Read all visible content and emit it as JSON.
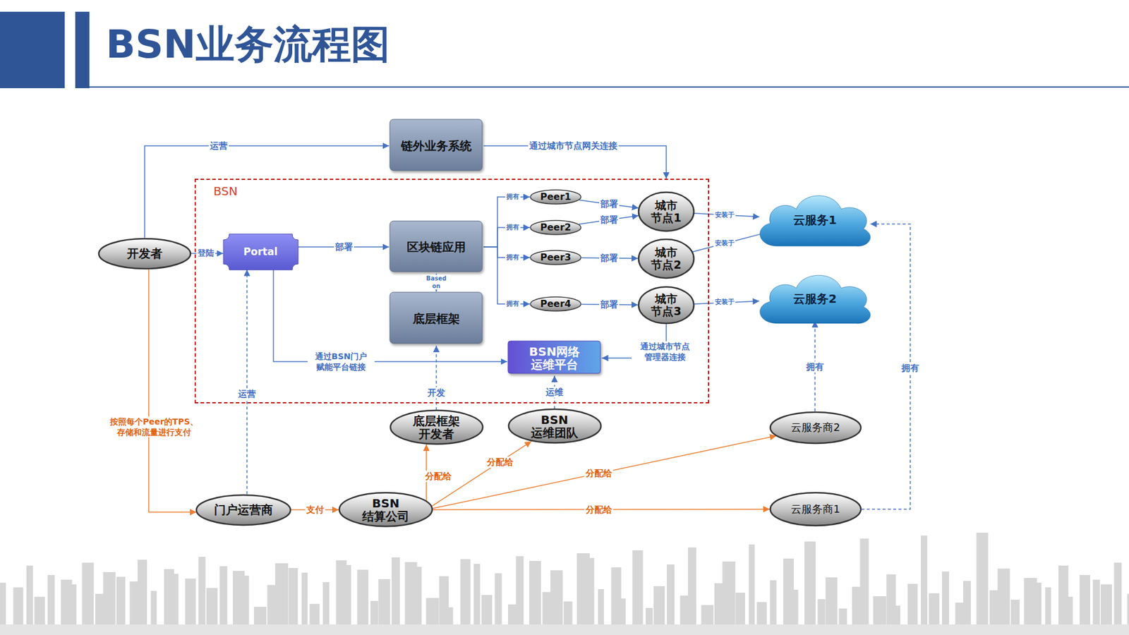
{
  "diagram": {
    "title": "BSN业务流程图",
    "nodes": [
      {
        "text": [
          "链外业务系统"
        ]
      },
      {
        "text": [
          "开发者"
        ]
      },
      {
        "text": [
          "BSN"
        ]
      },
      {
        "text": [
          "Portal"
        ],
        "in": 2
      },
      {
        "text": [
          "区块链应用"
        ],
        "in": 2
      },
      {
        "text": [
          "底层框架"
        ],
        "in": 2
      },
      {
        "text": [
          "Peer1"
        ],
        "in": 2
      },
      {
        "text": [
          "Peer2"
        ],
        "in": 2
      },
      {
        "text": [
          "Peer3"
        ],
        "in": 2
      },
      {
        "text": [
          "Peer4"
        ],
        "in": 2
      },
      {
        "text": [
          "城市 节点1"
        ],
        "in": 2
      },
      {
        "text": [
          "城市 节点2"
        ],
        "in": 2
      },
      {
        "text": [
          "城市 节点3"
        ],
        "in": 2
      },
      {
        "text": [
          "BSN网络 运维平台"
        ],
        "in": 2
      },
      {
        "text": [
          "云服务1"
        ]
      },
      {
        "text": [
          "云服务2"
        ]
      },
      {
        "text": [
          "底层框架 开发者"
        ]
      },
      {
        "text": [
          "BSN 运维团队"
        ]
      },
      {
        "text": [
          "门户运营商"
        ]
      },
      {
        "text": [
          "BSN 结算公司"
        ]
      },
      {
        "text": [
          "云服务商2"
        ]
      },
      {
        "text": [
          "云服务商1"
        ]
      }
    ],
    "edges": [
      {
        "from": 1,
        "to": 0,
        "label": "运营",
        "arrow": "to"
      },
      {
        "from": 0,
        "to": 2,
        "label": "通过城市节点网关连接",
        "arrow": "to"
      },
      {
        "from": 1,
        "to": 3,
        "label": "登陆",
        "arrow": "to"
      },
      {
        "from": 3,
        "to": 4,
        "label": "部署",
        "arrow": "to"
      },
      {
        "from": 4,
        "to": 5,
        "label": "Based on",
        "arrow": "to"
      },
      {
        "from": 4,
        "to": 6,
        "label": "拥有",
        "arrow": "to"
      },
      {
        "from": 4,
        "to": 7,
        "label": "拥有",
        "arrow": "to"
      },
      {
        "from": 4,
        "to": 8,
        "label": "拥有",
        "arrow": "to"
      },
      {
        "from": 4,
        "to": 9,
        "label": "拥有",
        "arrow": "to"
      },
      {
        "from": 6,
        "to": 10,
        "label": "部署",
        "arrow": "to"
      },
      {
        "from": 7,
        "to": 10,
        "label": "部署",
        "arrow": "to"
      },
      {
        "from": 8,
        "to": 11,
        "label": "部署",
        "arrow": "to"
      },
      {
        "from": 9,
        "to": 12,
        "label": "部署",
        "arrow": "to"
      },
      {
        "from": 10,
        "to": 14,
        "label": "安装于",
        "arrow": "to"
      },
      {
        "from": 11,
        "to": 14,
        "label": "安装于",
        "arrow": "to"
      },
      {
        "from": 12,
        "to": 15,
        "label": "安装于",
        "arrow": "to"
      },
      {
        "from": 3,
        "to": 13,
        "label": "通过BSN门户 赋能平台链接",
        "arrow": "to"
      },
      {
        "from": 12,
        "to": 13,
        "label": "通过城市节点 管理器连接",
        "arrow": "to"
      },
      {
        "from": 18,
        "to": 3,
        "label": "运营",
        "arrow": "to"
      },
      {
        "from": 16,
        "to": 5,
        "label": "开发",
        "arrow": "to"
      },
      {
        "from": 17,
        "to": 13,
        "label": "运维",
        "arrow": "to"
      },
      {
        "from": 20,
        "to": 15,
        "label": "拥有",
        "arrow": "to"
      },
      {
        "from": 21,
        "to": 14,
        "label": "拥有",
        "arrow": "to"
      },
      {
        "from": 1,
        "to": 18,
        "label": "按照每个Peer的TPS、 存储和流量进行支付",
        "arrow": "to"
      },
      {
        "from": 18,
        "to": 19,
        "label": "支付",
        "arrow": "to"
      },
      {
        "from": 19,
        "to": 16,
        "label": "分配给",
        "arrow": "to"
      },
      {
        "from": 19,
        "to": 17,
        "label": "分配给",
        "arrow": "to"
      },
      {
        "from": 19,
        "to": 20,
        "label": "分配给",
        "arrow": "to"
      },
      {
        "from": 19,
        "to": 21,
        "label": "分配给",
        "arrow": "to"
      }
    ]
  }
}
